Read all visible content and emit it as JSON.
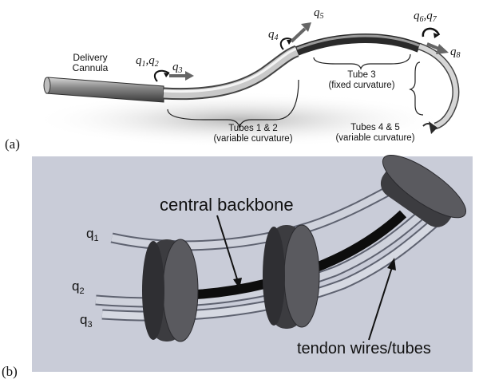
{
  "panel_a": {
    "panel_label": "(a)",
    "delivery_cannula": [
      "Delivery",
      "Cannula"
    ],
    "q12": "q1,q2",
    "q3": "q3",
    "q4": "q4",
    "q5": "q5",
    "q67": "q6,q7",
    "q8": "q8",
    "tubes12": [
      "Tubes 1 & 2",
      "(variable curvature)"
    ],
    "tube3": [
      "Tube 3",
      "(fixed curvature)"
    ],
    "tubes45": [
      "Tubes 4 & 5",
      "(variable curvature)"
    ]
  },
  "panel_b": {
    "panel_label": "(b)",
    "central_backbone": "central backbone",
    "tendon": "tendon wires/tubes",
    "q1": "q1",
    "q2": "q2",
    "q3": "q3"
  },
  "colors": {
    "background_b": "#c9ccd8",
    "tube": "#c7cbd4",
    "backbone": "#1a1a1a",
    "disk": "#4a4a4e"
  }
}
